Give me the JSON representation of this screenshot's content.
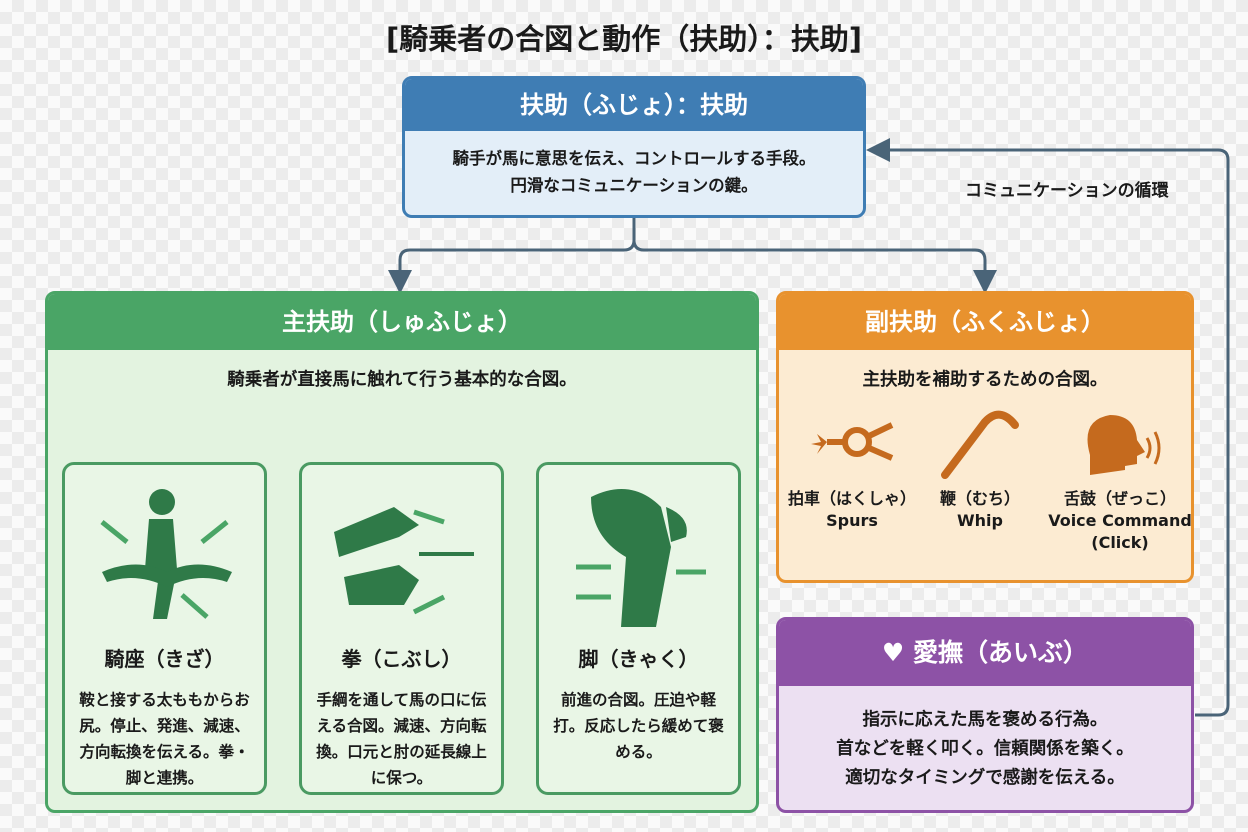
{
  "title": "[騎乗者の合図と動作（扶助）：扶助]",
  "top": {
    "header": "扶助（ふじょ）：扶助",
    "lines": [
      "騎手が馬に意思を伝え、コントロールする手段。",
      "円滑なコミュニケーションの鍵。"
    ]
  },
  "cycle_label": "コミュニケーションの循環",
  "main": {
    "header": "主扶助（しゅふじょ）",
    "subtitle": "騎乗者が直接馬に触れて行う基本的な合図。",
    "cards": [
      {
        "name": "騎座（きざ）",
        "desc": "鞍と接する太ももからお尻。停止、発進、減速、方向転換を伝える。拳・脚と連携。"
      },
      {
        "name": "拳（こぶし）",
        "desc": "手綱を通して馬の口に伝える合図。減速、方向転換。口元と肘の延長線上に保つ。"
      },
      {
        "name": "脚（きゃく）",
        "desc": "前進の合図。圧迫や軽打。反応したら緩めて褒める。"
      }
    ]
  },
  "sub": {
    "header": "副扶助（ふくふじょ）",
    "subtitle": "主扶助を補助するための合図。",
    "tools": [
      {
        "jp": "拍車（はくしゃ）",
        "en": "Spurs"
      },
      {
        "jp": "鞭（むち）",
        "en": "Whip"
      },
      {
        "jp": "舌鼓（ぜっこ）",
        "en": "Voice Command",
        "en2": "(Click)"
      }
    ]
  },
  "praise": {
    "header": "愛撫（あいぶ）",
    "lines": [
      "指示に応えた馬を褒める行為。",
      "首などを軽く叩く。信頼関係を築く。",
      "適切なタイミングで感謝を伝える。"
    ]
  },
  "colors": {
    "blue": "#3f7db4",
    "green": "#4aa566",
    "orange": "#e8922e",
    "purple": "#8d52a6"
  }
}
